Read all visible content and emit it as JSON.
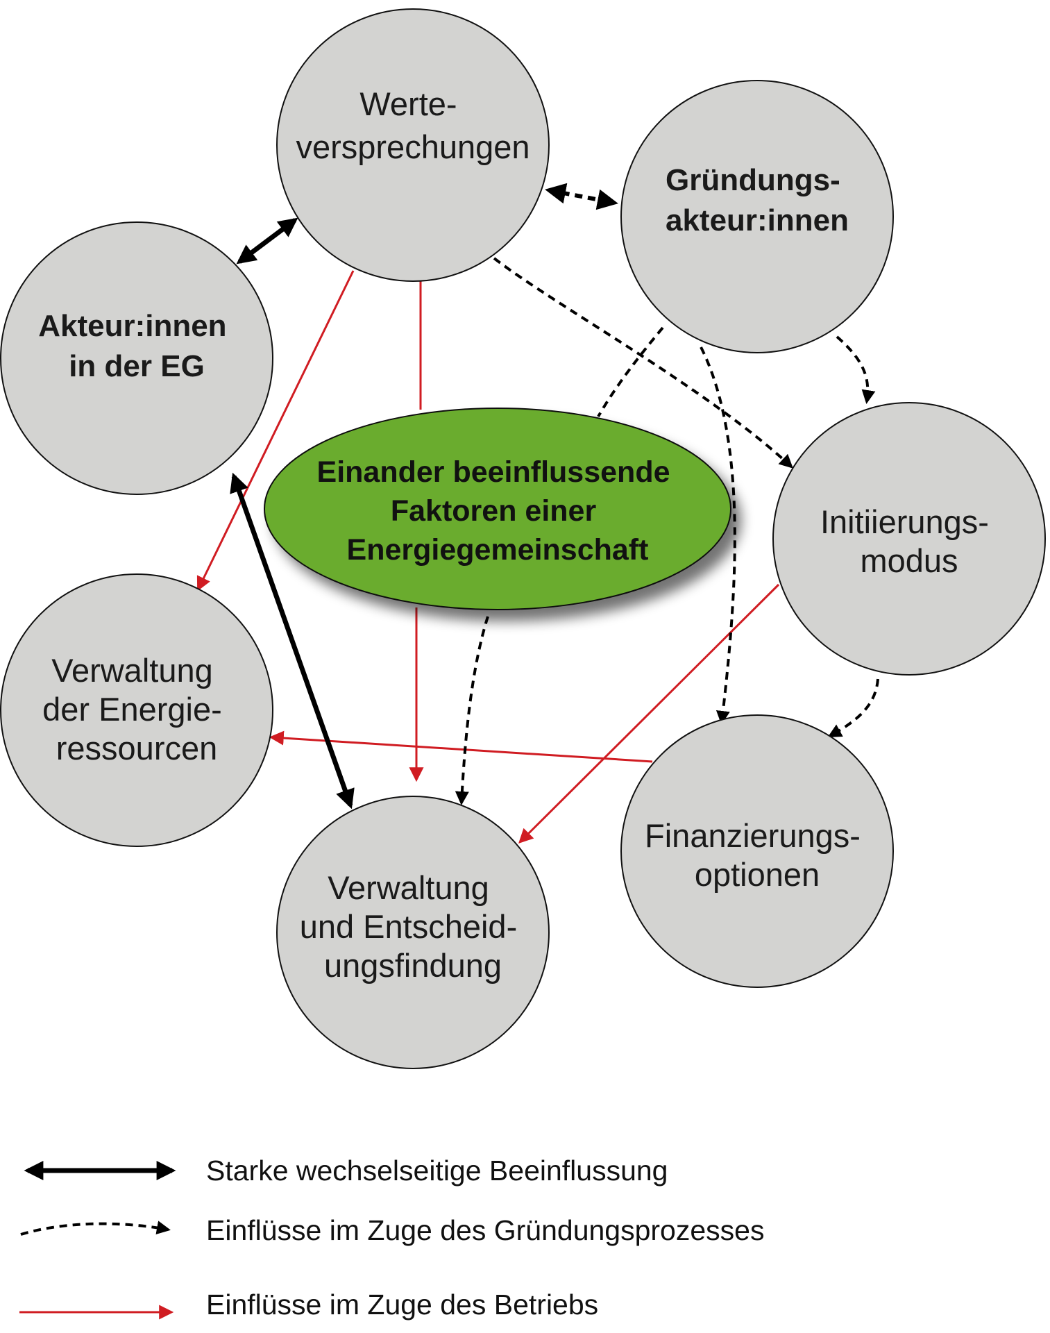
{
  "center": {
    "lines": [
      "Einander beeinflussende",
      "Faktoren einer",
      "Energiegemeinschaft"
    ]
  },
  "nodes": {
    "werte": {
      "lines": [
        "Werte-",
        "versprechungen"
      ]
    },
    "gruendung": {
      "lines": [
        "Gründungs-",
        "akteur:innen"
      ]
    },
    "akteure": {
      "lines": [
        "Akteur:innen",
        "in der EG"
      ]
    },
    "initiierung": {
      "lines": [
        "Initiierungs-",
        "modus"
      ]
    },
    "energie": {
      "lines": [
        "Verwaltung",
        "der Energie-",
        "ressourcen"
      ]
    },
    "finanz": {
      "lines": [
        "Finanzierungs-",
        "optionen"
      ]
    },
    "entscheidung": {
      "lines": [
        "Verwaltung",
        "und Entscheid-",
        "ungsfindung"
      ]
    }
  },
  "legend": {
    "strong": "Starke wechselseitige Beeinflussung",
    "founding": "Einflüsse im Zuge des Gründungsprozesses",
    "operation": "Einflüsse im Zuge des Betriebs"
  },
  "colors": {
    "node_fill": "#d3d3d1",
    "center_fill": "#6aac2e",
    "red": "#d01c22",
    "black": "#000000"
  }
}
